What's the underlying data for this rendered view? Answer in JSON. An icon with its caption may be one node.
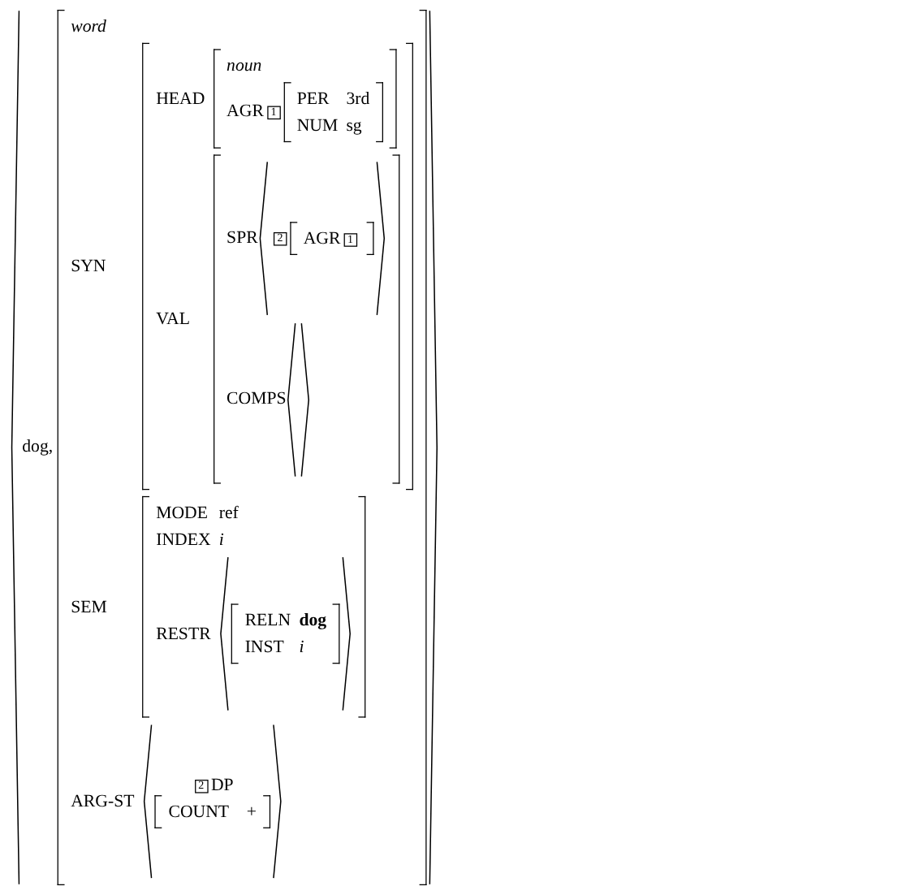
{
  "diagram": {
    "labels": [
      "dog,",
      "word",
      "SYN",
      "HEAD",
      "noun",
      "AGR",
      "1",
      "PER",
      "3rd",
      "NUM",
      "sg",
      "VAL",
      "SPR",
      "2",
      "AGR",
      "1",
      "COMPS",
      "SEM",
      "MODE",
      "ref",
      "INDEX",
      "i",
      "RESTR",
      "RELN",
      "dog",
      "INST",
      "i",
      "ARG-ST",
      "2",
      "DP",
      "COUNT",
      "+"
    ]
  }
}
